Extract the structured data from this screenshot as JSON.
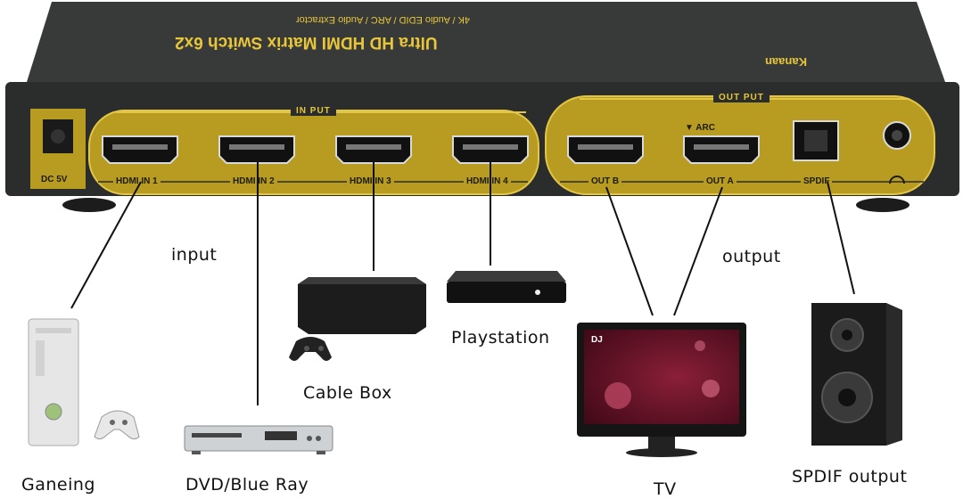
{
  "device": {
    "brand": "Kanaan",
    "title": "Ultra HD HDMI Matrix Switch 6x2",
    "subtitle": "4K / Audio EDID / ARC / Audio Extractor",
    "power_label": "DC 5V",
    "input_group_label": "IN PUT",
    "output_group_label": "OUT PUT",
    "arc_label": "▼ ARC",
    "ports": {
      "hdmi_in_1": "HDMI IN 1",
      "hdmi_in_2": "HDMI IN 2",
      "hdmi_in_3": "HDMI IN 3",
      "hdmi_in_4": "HDMI IN 4",
      "out_b": "OUT B",
      "out_a": "OUT A",
      "spdif": "SPDIF"
    },
    "icons": [
      "dc-jack-icon",
      "hdmi-port-icon",
      "optical-port-icon",
      "headphone-jack-icon",
      "headphone-icon"
    ],
    "colors": {
      "panel": "#2b2d2c",
      "accent": "#b89b21",
      "text_accent": "#e8c63a"
    }
  },
  "captions": {
    "input": "input",
    "output": "output",
    "gaming": "Ganeing",
    "dvd": "DVD/Blue Ray",
    "cable_box": "Cable Box",
    "playstation": "Playstation",
    "tv": "TV",
    "spdif_output": "SPDIF output"
  },
  "tv_brand": "DJ"
}
